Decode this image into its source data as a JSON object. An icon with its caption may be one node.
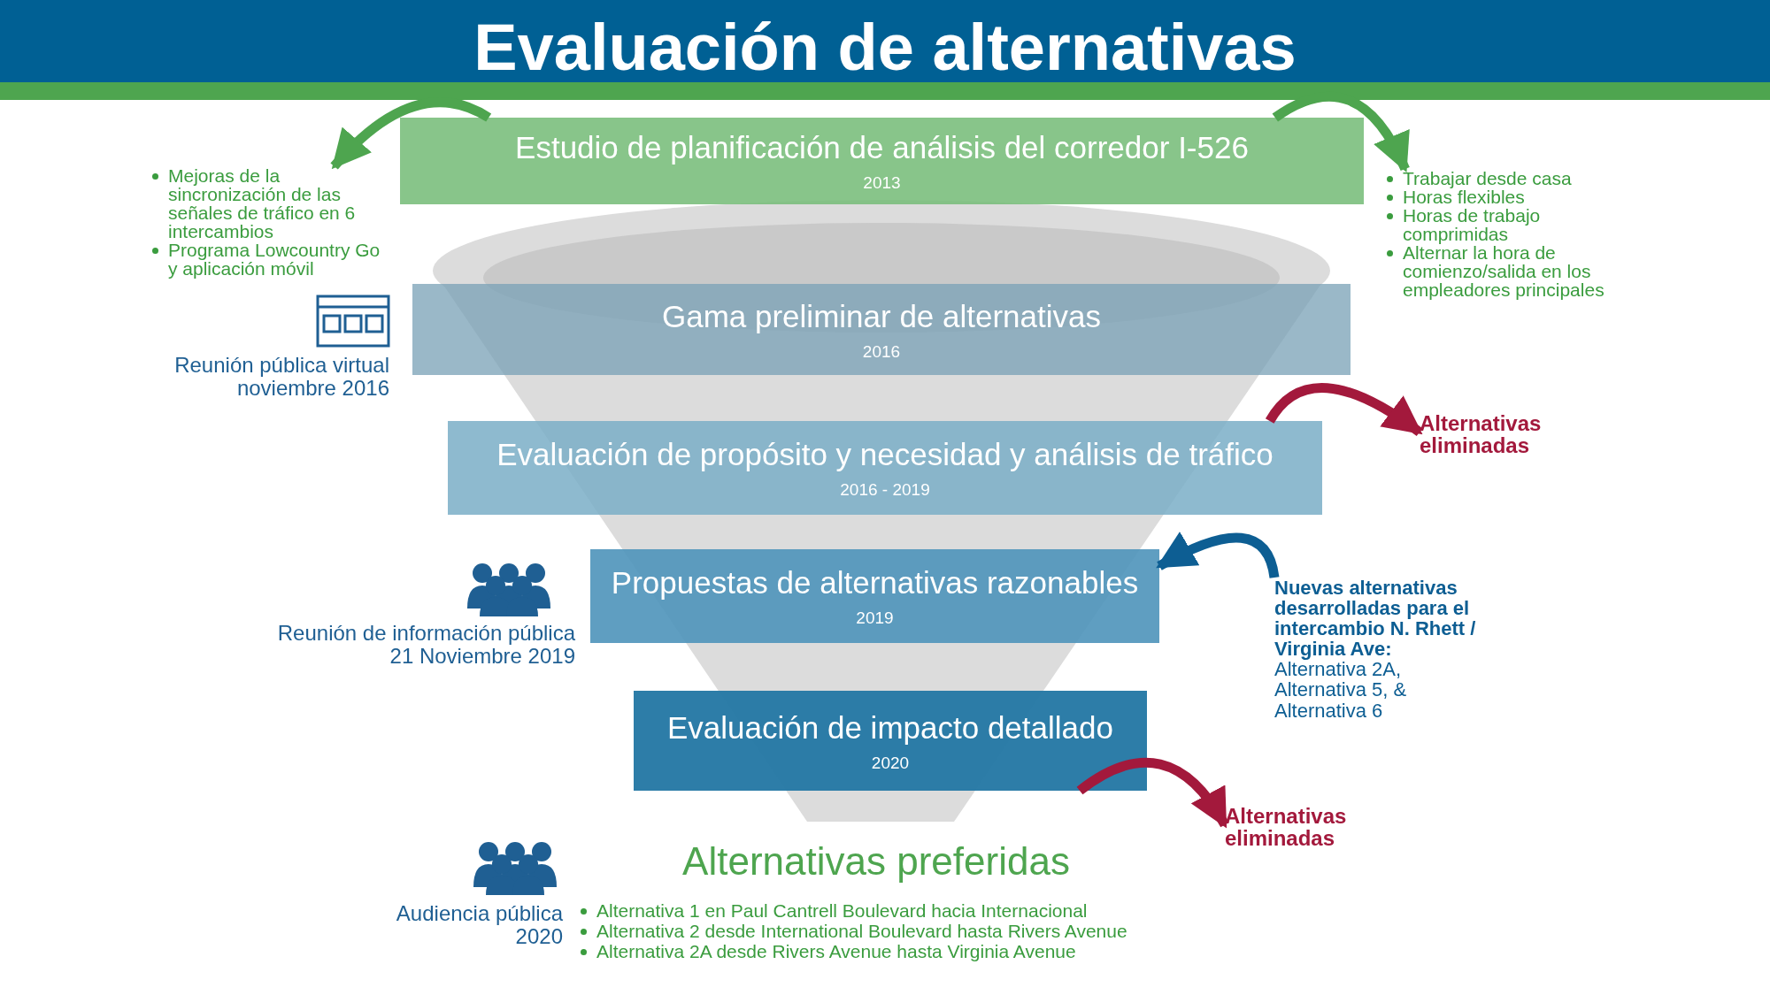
{
  "diagram": {
    "title": "Evaluación de alternativas",
    "nodes": [
      {
        "text": [
          "Estudio de planificación de análisis del corredor I-526",
          "2013"
        ]
      },
      {
        "text": [
          "Mejoras de la sincronización de las señales de tráfico en 6 intercambios",
          "Programa Lowcountry Go y aplicación móvil"
        ]
      },
      {
        "text": [
          "Trabajar desde casa",
          "Horas flexibles",
          "Horas de trabajo comprimidas",
          "Alternar la hora de comienzo/salida en los empleadores principales"
        ]
      },
      {
        "text": [
          "Gama preliminar de alternativas",
          "2016"
        ]
      },
      {
        "text": [
          "Evaluación de propósito y necesidad y análisis de tráfico",
          "2016 - 2019"
        ]
      },
      {
        "text": [
          "Alternativas eliminadas"
        ]
      },
      {
        "text": [
          "Propuestas de alternativas razonables",
          "2019"
        ]
      },
      {
        "text": [
          "Nuevas alternativas desarrolladas para el intercambio N. Rhett / Virginia Ave:",
          "Alternativa 2A, Alternativa 5, & Alternativa 6"
        ]
      },
      {
        "text": [
          "Evaluación de impacto detallado",
          "2020"
        ]
      },
      {
        "text": [
          "Alternativas eliminadas"
        ]
      }
    ],
    "edges": [
      {
        "from": 0,
        "to": 1,
        "arrow": "to",
        "color": "#4ea54f"
      },
      {
        "from": 0,
        "to": 2,
        "arrow": "to",
        "color": "#4ea54f"
      },
      {
        "from": 4,
        "to": 5,
        "arrow": "to",
        "color": "#a3193c"
      },
      {
        "from": 7,
        "to": 6,
        "arrow": "to",
        "color": "#0d5e93"
      },
      {
        "from": 8,
        "to": 9,
        "arrow": "to",
        "color": "#a3193c"
      }
    ],
    "labels": [
      "Reunión pública virtual noviembre 2016",
      "Reunión de información pública 21 Noviembre 2019",
      "Alternativas preferidas",
      "Audiencia pública 2020",
      "Alternativa 1 en Paul Cantrell Boulevard hacia Internacional",
      "Alternativa 2 desde International Boulevard hasta Rivers Avenue",
      "Alternativa 2A desde Rivers Avenue hasta Virginia Avenue"
    ]
  }
}
